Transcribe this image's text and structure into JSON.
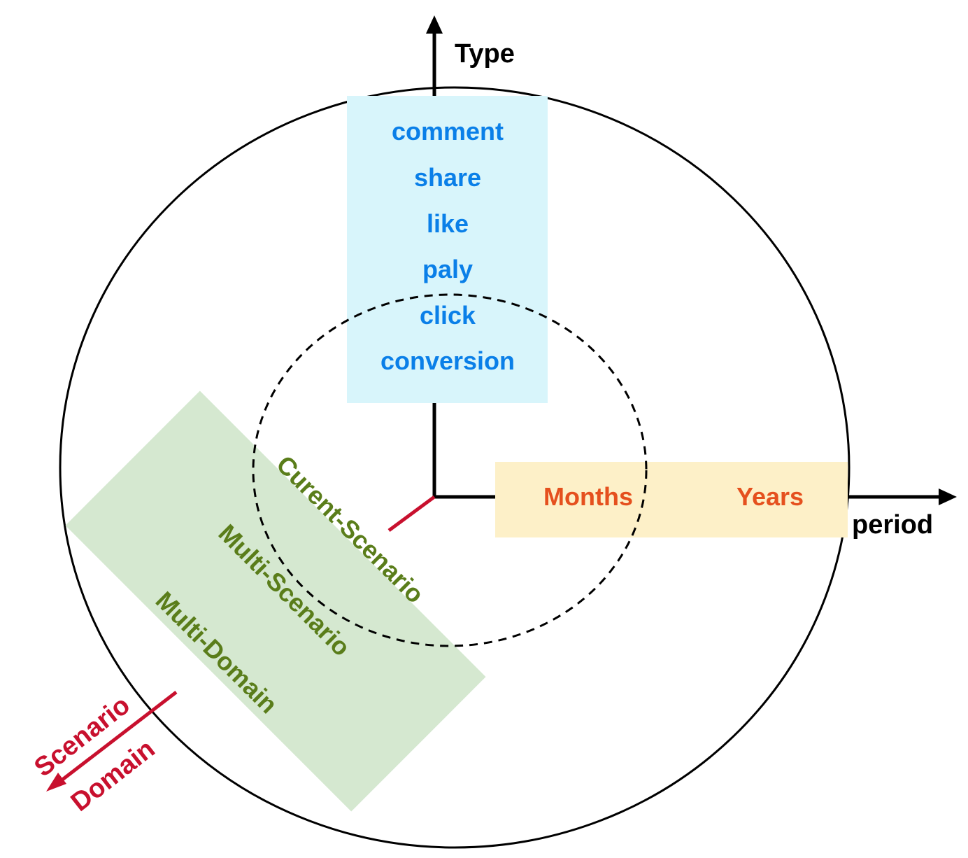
{
  "axes": {
    "type_label": "Type",
    "period_label": "period",
    "scenario_label": "Scenario",
    "domain_label": "Domain"
  },
  "type_items": [
    "comment",
    "share",
    "like",
    "paly",
    "click",
    "conversion"
  ],
  "period_items": [
    "Months",
    "Years"
  ],
  "scenario_items": [
    "Curent-Scenario",
    "Multi-Scenario",
    "Multi-Domain"
  ],
  "colors": {
    "axis": "#000000",
    "scenario_axis": "#c8102e",
    "type_box_fill": "#d8f5fb",
    "type_text": "#0a7fe8",
    "period_box_fill": "#fdf0c8",
    "period_text": "#e5501e",
    "scenario_box_fill": "#d5e8d0",
    "scenario_text": "#5a7d1a"
  }
}
